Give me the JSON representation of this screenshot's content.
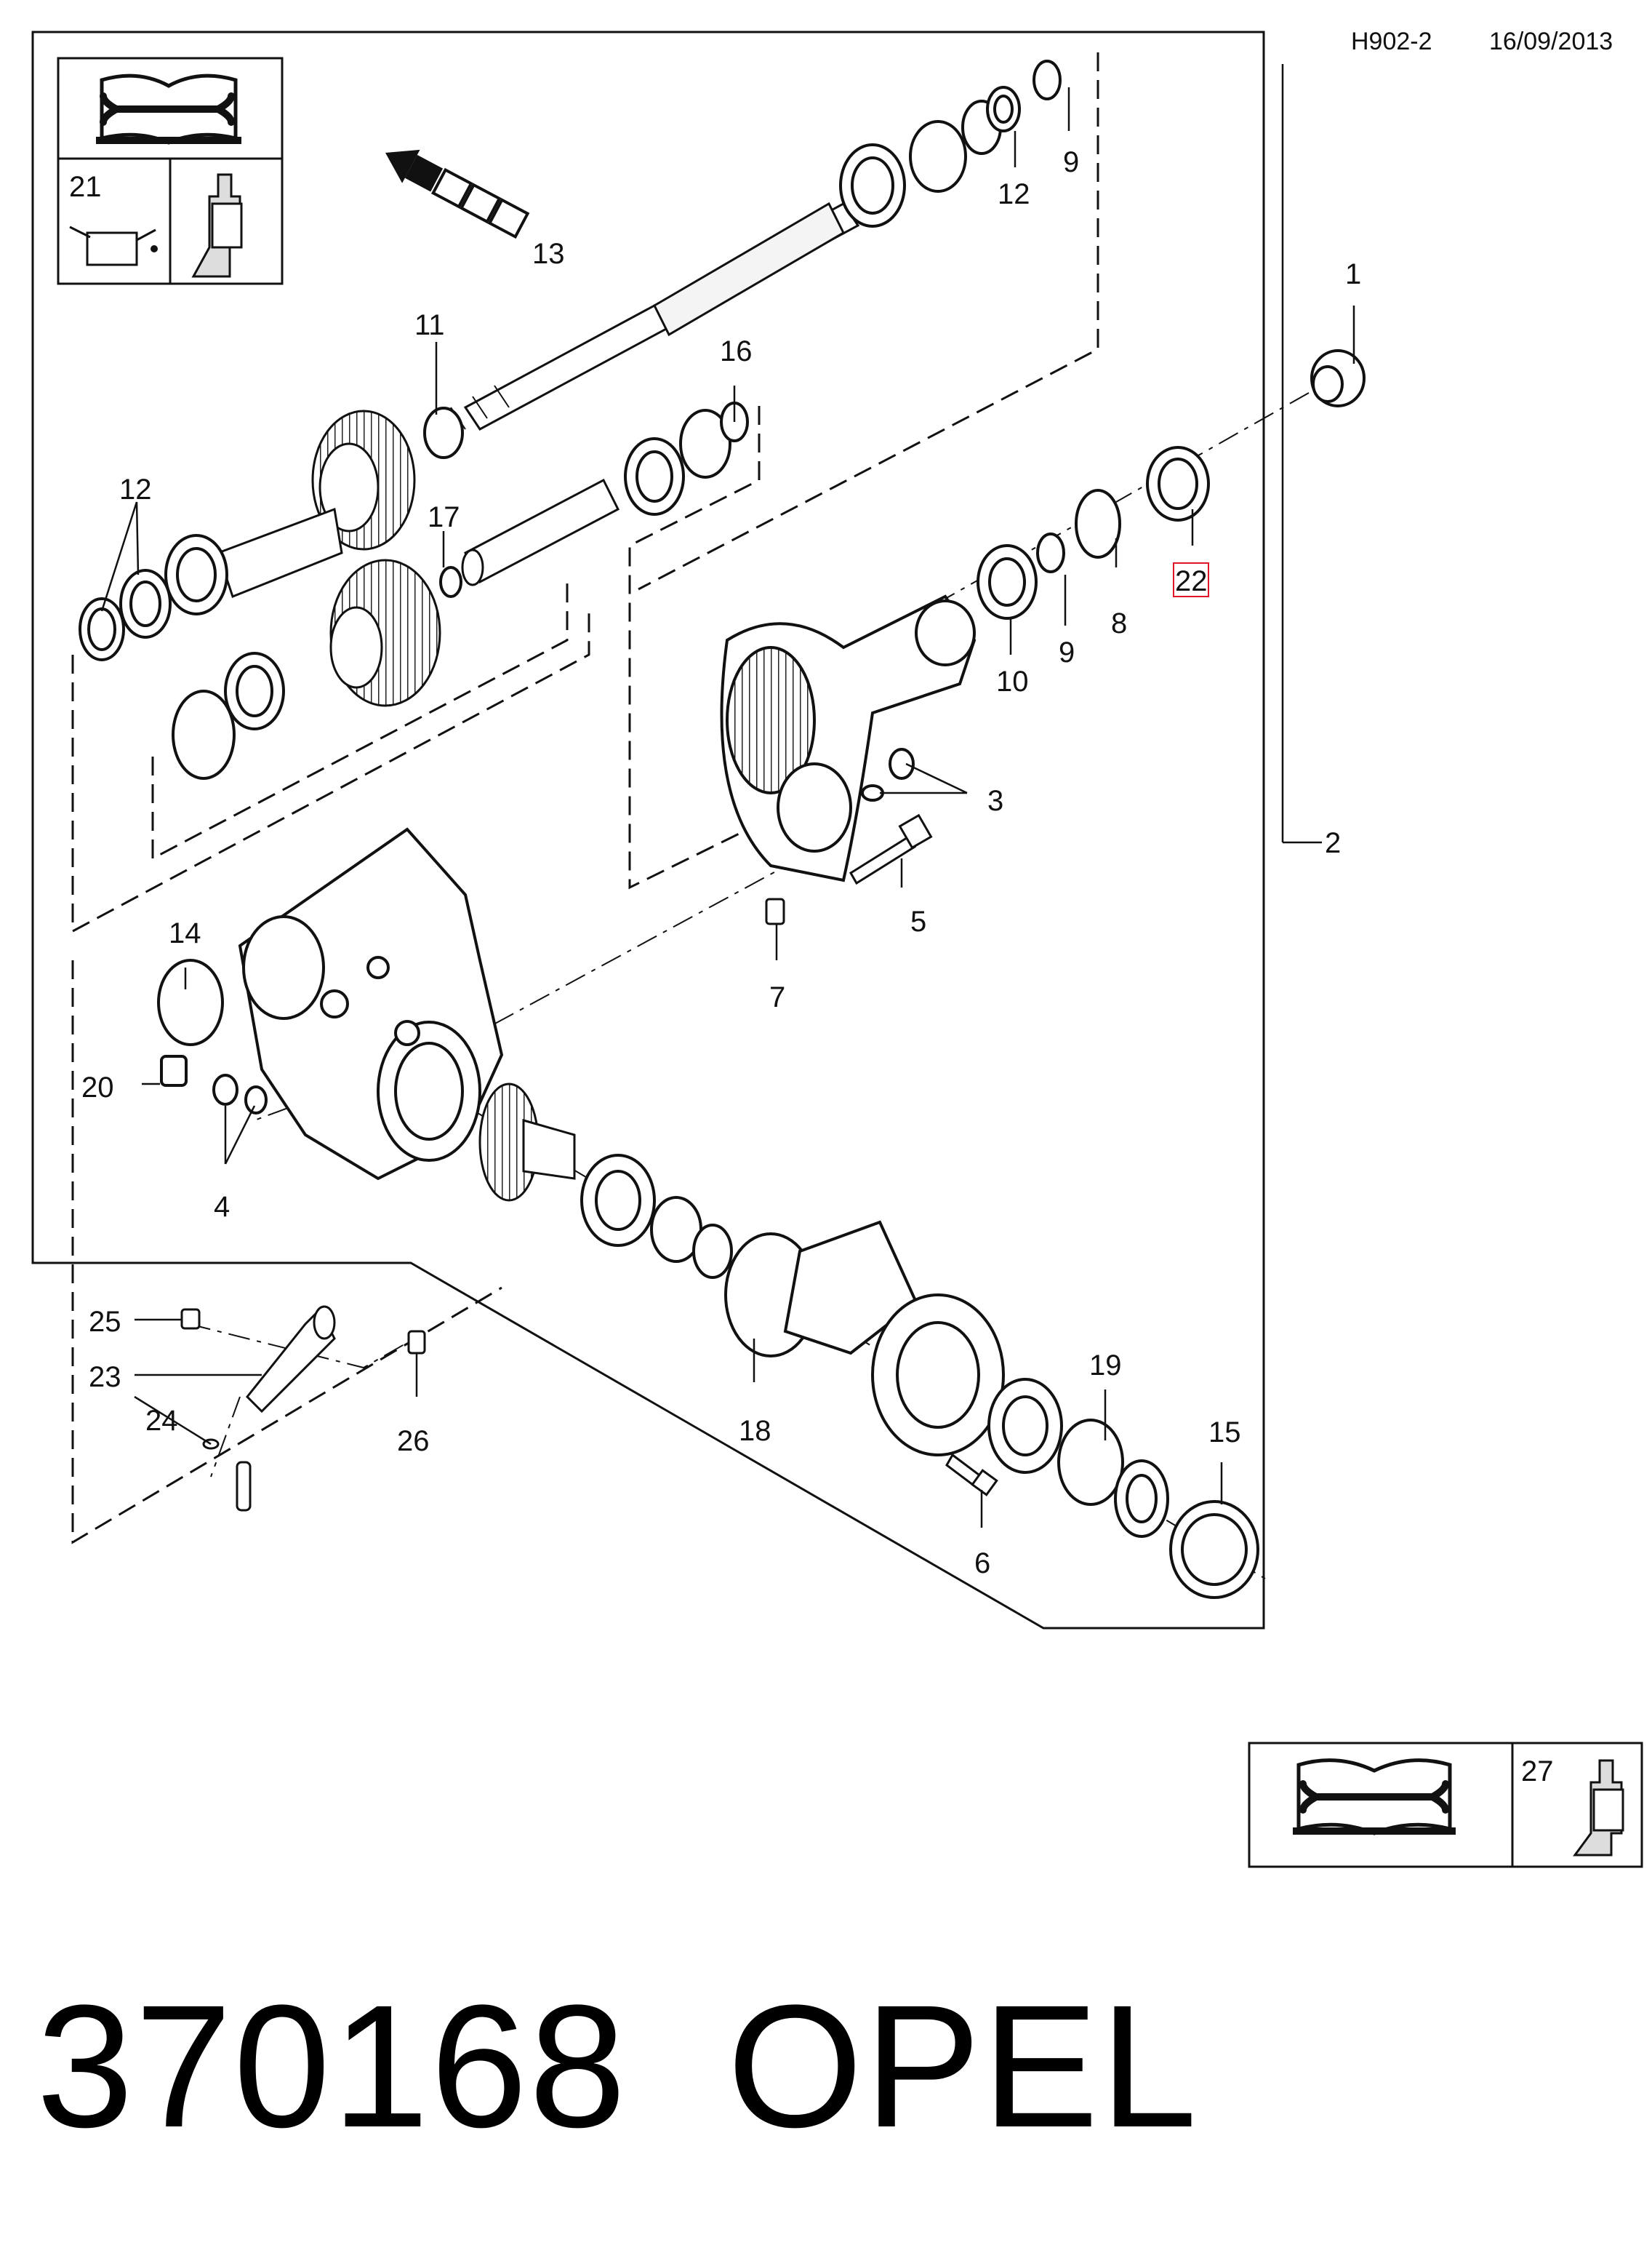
{
  "header": {
    "code": "H902-2",
    "date": "16/09/2013"
  },
  "legend_top": {
    "item_number": "21"
  },
  "legend_bottom": {
    "item_number": "27"
  },
  "callouts": {
    "c1": "1",
    "c2": "2",
    "c3": "3",
    "c4": "4",
    "c5": "5",
    "c6": "6",
    "c7": "7",
    "c8": "8",
    "c9a": "9",
    "c9b": "9",
    "c10": "10",
    "c11": "11",
    "c12a": "12",
    "c12b": "12",
    "c13": "13",
    "c14": "14",
    "c15": "15",
    "c16": "16",
    "c17": "17",
    "c18": "18",
    "c19": "19",
    "c20": "20",
    "c22": "22",
    "c23": "23",
    "c24": "24",
    "c25": "25",
    "c26": "26"
  },
  "highlight_color": "#e0162b",
  "footer": {
    "part_number": "370168",
    "brand": "OPEL"
  }
}
